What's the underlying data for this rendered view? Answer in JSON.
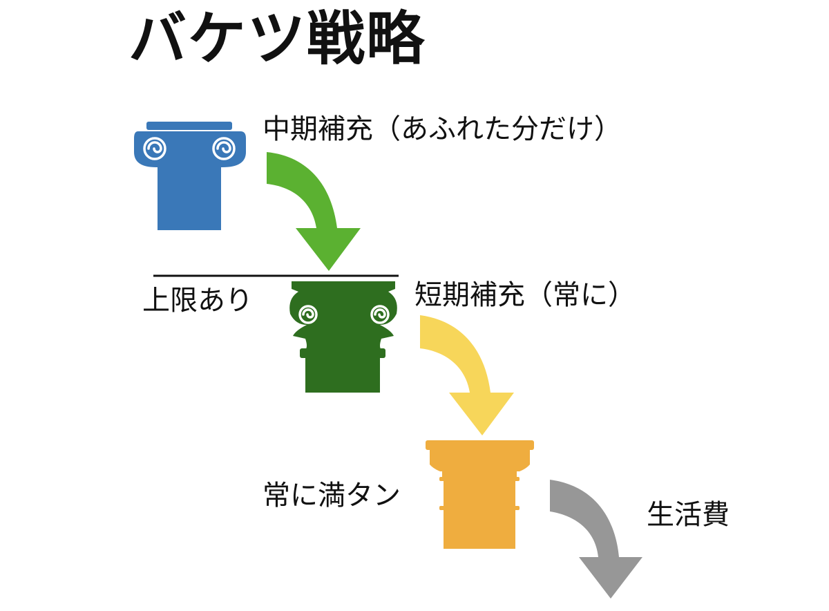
{
  "title": "バケツ戦略",
  "labels": {
    "mid_term": "中期補充（あふれた分だけ）",
    "upper_limit": "上限あり",
    "short_term": "短期補充（常に）",
    "always_full": "常に満タン",
    "living_expenses": "生活費"
  },
  "colors": {
    "mid_bucket": "#3a78b8",
    "short_bucket": "#2e6e1f",
    "always_bucket": "#efad3f",
    "arrow_green": "#5bb131",
    "arrow_yellow": "#f7d65a",
    "arrow_gray": "#979797",
    "limit_line": "#111111"
  },
  "icons": {
    "mid_bucket": "ionic-column-capital-icon",
    "short_bucket": "corinthian-column-capital-icon",
    "always_bucket": "simple-column-capital-icon",
    "flow_arrow": "curved-down-arrow-icon"
  }
}
